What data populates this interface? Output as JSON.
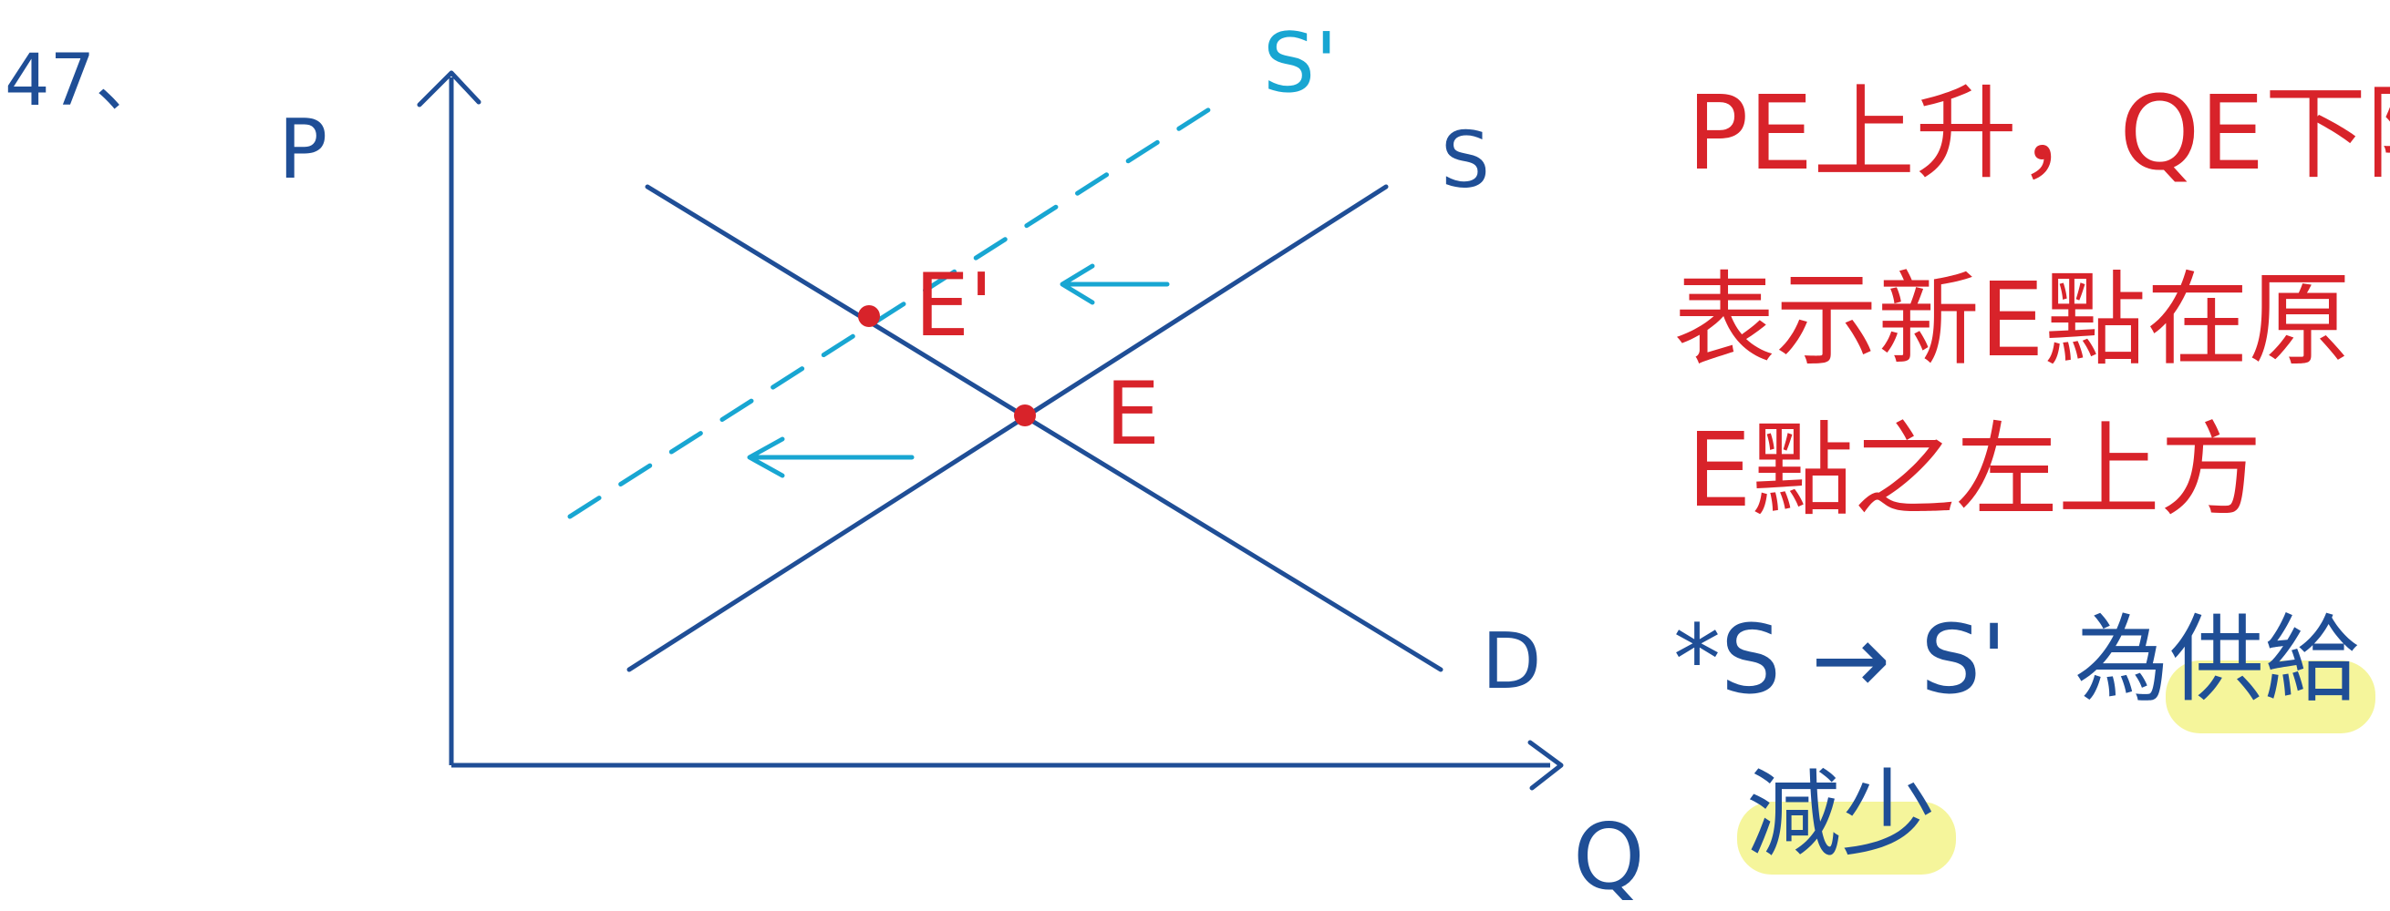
{
  "problem_number": "47、",
  "axes": {
    "y_label": "P",
    "x_label": "Q"
  },
  "curves": {
    "supply": "S",
    "new_supply": "S'",
    "demand": "D"
  },
  "points": {
    "original": "E",
    "new": "E'"
  },
  "notes": {
    "line1": "PE上升，QE下降",
    "line2": "表示新E點在原",
    "line3": "E點之左上方",
    "star_note_prefix": "*S → S'",
    "star_note_highlighted_1": "為供給",
    "star_note_highlighted_2": "減少"
  },
  "colors": {
    "axis": "#1f4e96",
    "curve": "#1f4e96",
    "shifted": "#18a6d2",
    "point": "#d8232a",
    "note": "#d8232a",
    "highlight": "#f3f38a"
  }
}
